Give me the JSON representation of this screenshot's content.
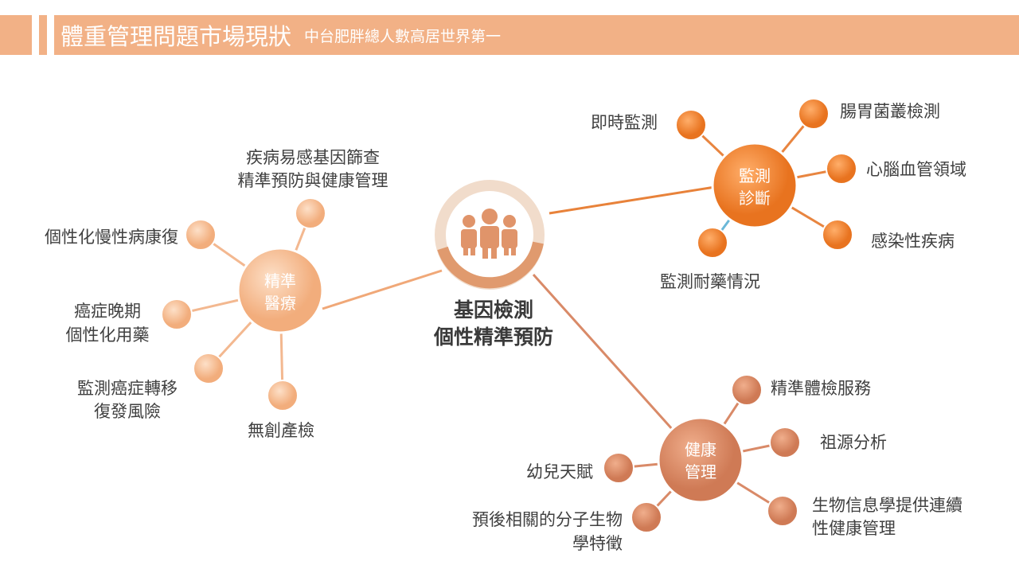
{
  "header": {
    "title": "體重管理問題市場現狀",
    "subtitle": "中台肥胖總人數高居世界第一"
  },
  "center": {
    "line1": "基因檢測",
    "line2": "個性精準預防",
    "icon": "people-icon"
  },
  "hubs": {
    "precision": {
      "line1": "精準",
      "line2": "醫療",
      "color": "#f7c39b"
    },
    "monitor": {
      "line1": "監測",
      "line2": "診斷",
      "color": "#f58a36"
    },
    "health": {
      "line1": "健康",
      "line2": "管理",
      "color": "#e2916a"
    }
  },
  "precision_items": [
    {
      "line1": "疾病易感基因篩查",
      "line2": "精準預防與健康管理"
    },
    {
      "line1": "個性化慢性病康復"
    },
    {
      "line1": "癌症晚期",
      "line2": "個性化用藥"
    },
    {
      "line1": "監測癌症轉移",
      "line2": "復發風險"
    },
    {
      "line1": "無創產檢"
    }
  ],
  "monitor_items": [
    {
      "line1": "即時監測"
    },
    {
      "line1": "腸胃菌叢檢測"
    },
    {
      "line1": "心腦血管領域"
    },
    {
      "line1": "感染性疾病"
    },
    {
      "line1": "監測耐藥情況"
    }
  ],
  "health_items": [
    {
      "line1": "精準體檢服務"
    },
    {
      "line1": "祖源分析"
    },
    {
      "line1": "生物信息學提供連續",
      "line2": "性健康管理"
    },
    {
      "line1": "幼兒天賦"
    },
    {
      "line1": "預後相關的分子生物",
      "line2": "學特徵"
    }
  ]
}
